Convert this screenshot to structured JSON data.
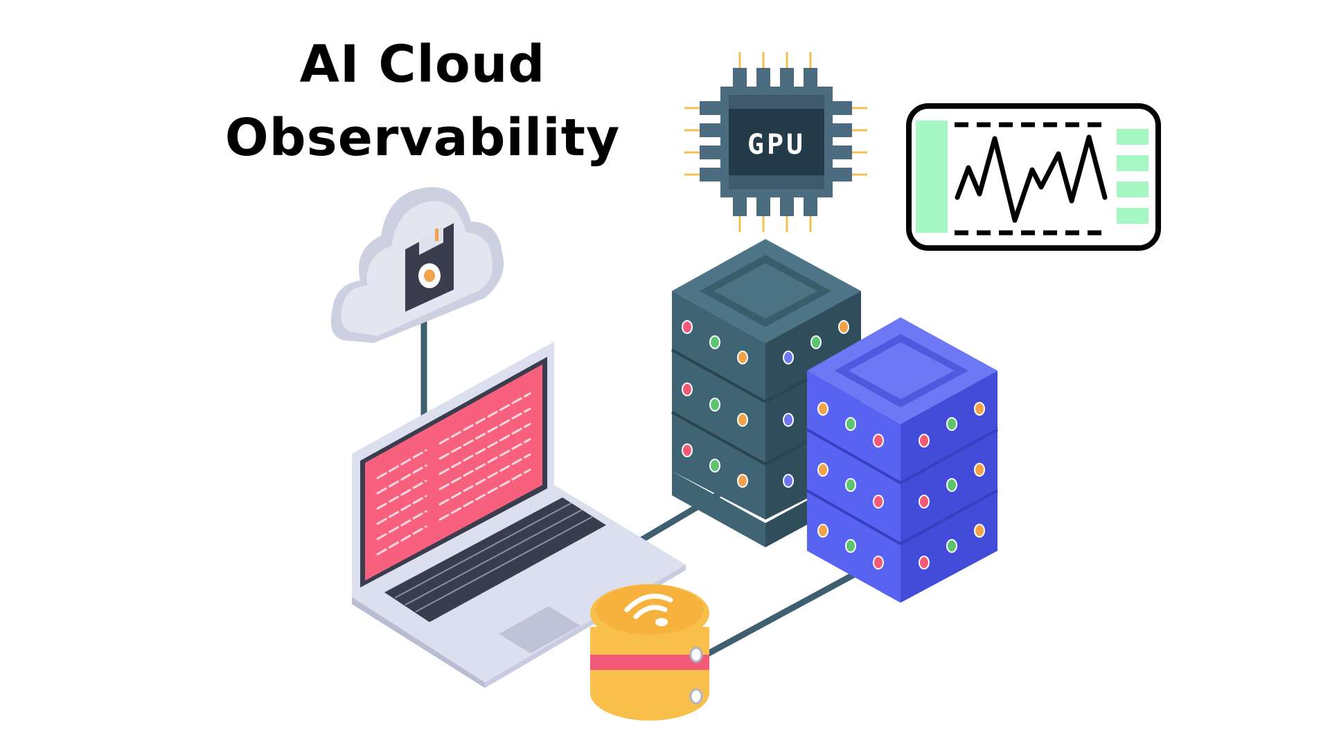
{
  "title": {
    "line1": "AI Cloud",
    "line2": "Observability"
  },
  "chip": {
    "label": "GPU"
  },
  "illustration": {
    "icons": [
      "cloud-storage-icon",
      "gpu-chip-icon",
      "monitor-graph-icon",
      "laptop-icon",
      "server-rack-icon",
      "database-wifi-icon"
    ]
  },
  "colors": {
    "laptop_screen": "#f7617e",
    "server_dark": "#3f6474",
    "server_blue": "#5963f2",
    "database": "#f9bf4b",
    "graph_panel": "#a6f7c4",
    "cloud": "#dfe1ee",
    "chip": "#3e5a6c",
    "chip_pins": "#f2c14e"
  }
}
